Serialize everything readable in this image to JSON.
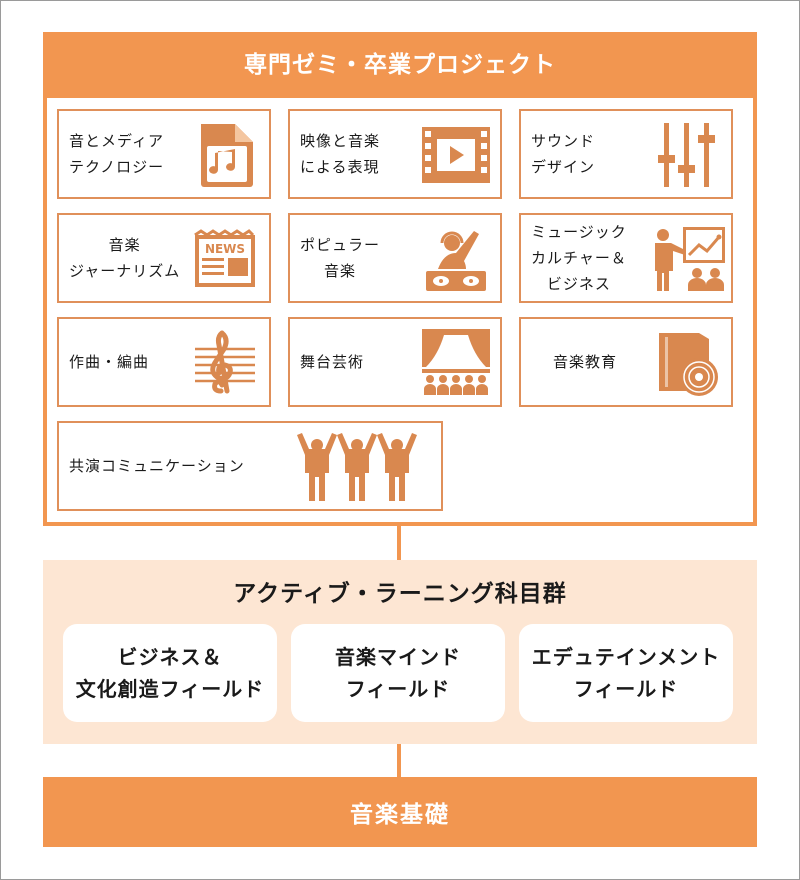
{
  "colors": {
    "accent": "#f29650",
    "icon": "#d9884f",
    "light_bg": "#fde6d3"
  },
  "project": {
    "title": "専門ゼミ・卒業プロジェクト",
    "cards": [
      {
        "label": "音とメディア\nテクノロジー",
        "icon": "music-file-icon"
      },
      {
        "label": "映像と音楽\nによる表現",
        "icon": "film-play-icon"
      },
      {
        "label": "サウンド\nデザイン",
        "icon": "mixer-sliders-icon"
      },
      {
        "label": "音楽\nジャーナリズム",
        "icon": "newspaper-icon",
        "icon_text": "NEWS"
      },
      {
        "label": "ポピュラー\n音楽",
        "icon": "dj-icon"
      },
      {
        "label": "ミュージック\nカルチャー＆\nビジネス",
        "icon": "presentation-icon"
      },
      {
        "label": "作曲・編曲",
        "icon": "treble-clef-icon"
      },
      {
        "label": "舞台芸術",
        "icon": "stage-audience-icon"
      },
      {
        "label": "音楽教育",
        "icon": "book-disc-icon"
      },
      {
        "label": "共演コミュニケーション",
        "icon": "people-cheering-icon"
      }
    ]
  },
  "active_learning": {
    "title": "アクティブ・ラーニング科目群",
    "fields": [
      "ビジネス＆\n文化創造フィールド",
      "音楽マインド\nフィールド",
      "エデュテインメント\nフィールド"
    ]
  },
  "base": {
    "label": "音楽基礎"
  }
}
